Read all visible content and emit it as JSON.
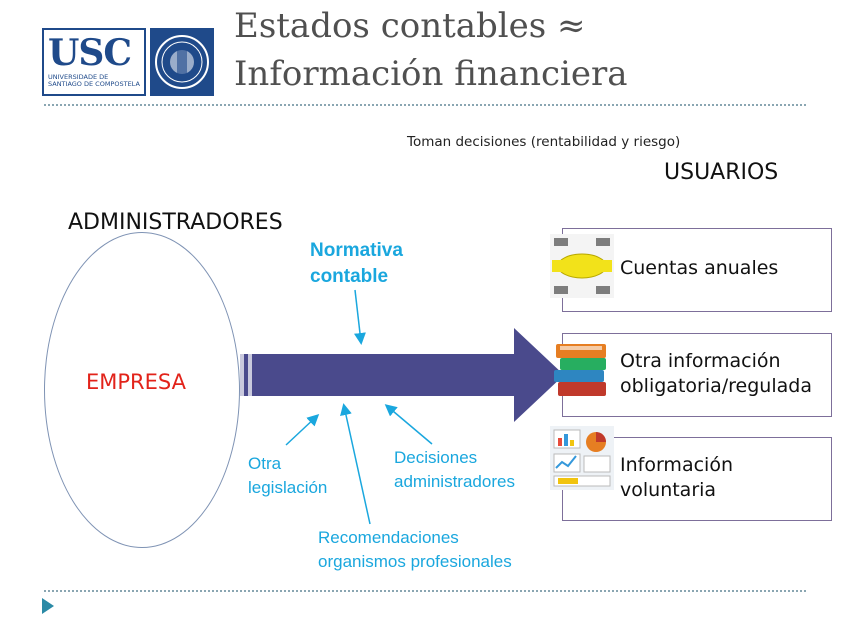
{
  "logo": {
    "text": "USC",
    "subtitle": "Universidade de Santiago de Compostela"
  },
  "title": {
    "line1": "Estados contables ≈",
    "line2": "Información financiera"
  },
  "diagram": {
    "usuarios_note": "Toman decisiones (rentabilidad y riesgo)",
    "usuarios": "USUARIOS",
    "administradores": "ADMINISTRADORES",
    "empresa": "EMPRESA",
    "normativa_line1": "Normativa",
    "normativa_line2": "contable",
    "otra_leg_line1": "Otra",
    "otra_leg_line2": "legislación",
    "decisiones_line1": "Decisiones",
    "decisiones_line2": "administradores",
    "recomend_line1": "Recomendaciones",
    "recomend_line2": "organismos profesionales"
  },
  "boxes": [
    {
      "line1": "Cuentas anuales",
      "line2": "",
      "icon": "flowchart-icon"
    },
    {
      "line1": "Otra información",
      "line2": "obligatoria/regulada",
      "icon": "books-icon"
    },
    {
      "line1": "Información",
      "line2": "voluntaria",
      "icon": "charts-icon"
    }
  ],
  "colors": {
    "title": "#505050",
    "accent_blue": "#1aa7de",
    "empresa_red": "#e2231a",
    "arrow_fill": "#4a4a8c",
    "usc_blue": "#1f4a8a"
  },
  "nav": {
    "icon": "play-icon"
  }
}
